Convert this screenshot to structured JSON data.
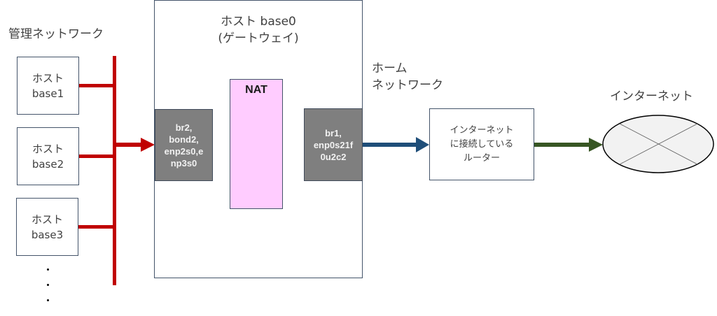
{
  "management_network": {
    "label": "管理ネットワーク",
    "hosts": [
      {
        "name": "ホスト\nbase1"
      },
      {
        "name": "ホスト\nbase2"
      },
      {
        "name": "ホスト\nbase3"
      }
    ],
    "ellipsis": "⋮",
    "bus_color": "#c00000"
  },
  "gateway": {
    "title": "ホスト base0\n(ゲートウェイ)",
    "inner_interface": "br2,\nbond2,\nenp2s0,e\nnp3s0",
    "nat_label": "NAT",
    "outer_interface": "br1,\nenp0s21f\n0u2c2"
  },
  "home_network": {
    "label": "ホーム\nネットワーク",
    "router_label": "インターネット\nに接続している\nルーター",
    "link_color": "#1f4e79"
  },
  "internet": {
    "label": "インターネット",
    "cloud_icon": "network-cloud-icon",
    "link_color": "#375623"
  }
}
